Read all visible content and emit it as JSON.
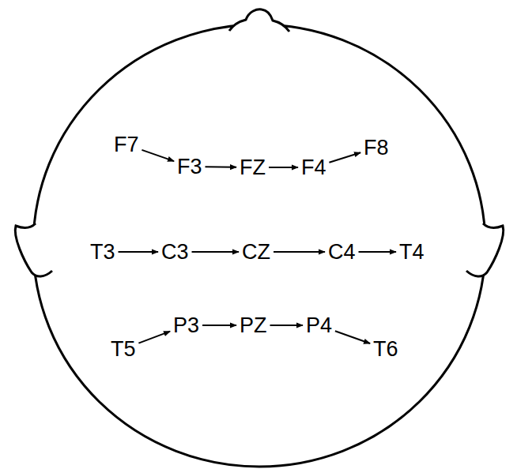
{
  "diagram": {
    "nodes": [
      {
        "text": [
          "F7"
        ]
      },
      {
        "text": [
          "F3"
        ]
      },
      {
        "text": [
          "FZ"
        ]
      },
      {
        "text": [
          "F4"
        ]
      },
      {
        "text": [
          "F8"
        ]
      },
      {
        "text": [
          "T3"
        ]
      },
      {
        "text": [
          "C3"
        ]
      },
      {
        "text": [
          "CZ"
        ]
      },
      {
        "text": [
          "C4"
        ]
      },
      {
        "text": [
          "T4"
        ]
      },
      {
        "text": [
          "T5"
        ]
      },
      {
        "text": [
          "P3"
        ]
      },
      {
        "text": [
          "PZ"
        ]
      },
      {
        "text": [
          "P4"
        ]
      },
      {
        "text": [
          "T6"
        ]
      }
    ],
    "edges": [
      {
        "from": 0,
        "to": 1,
        "arrow": "to"
      },
      {
        "from": 1,
        "to": 2,
        "arrow": "to"
      },
      {
        "from": 2,
        "to": 3,
        "arrow": "to"
      },
      {
        "from": 3,
        "to": 4,
        "arrow": "to"
      },
      {
        "from": 5,
        "to": 6,
        "arrow": "to"
      },
      {
        "from": 6,
        "to": 7,
        "arrow": "to"
      },
      {
        "from": 7,
        "to": 8,
        "arrow": "to"
      },
      {
        "from": 8,
        "to": 9,
        "arrow": "to"
      },
      {
        "from": 10,
        "to": 11,
        "arrow": "to"
      },
      {
        "from": 11,
        "to": 12,
        "arrow": "to"
      },
      {
        "from": 12,
        "to": 13,
        "arrow": "to"
      },
      {
        "from": 13,
        "to": 14,
        "arrow": "to"
      }
    ]
  }
}
